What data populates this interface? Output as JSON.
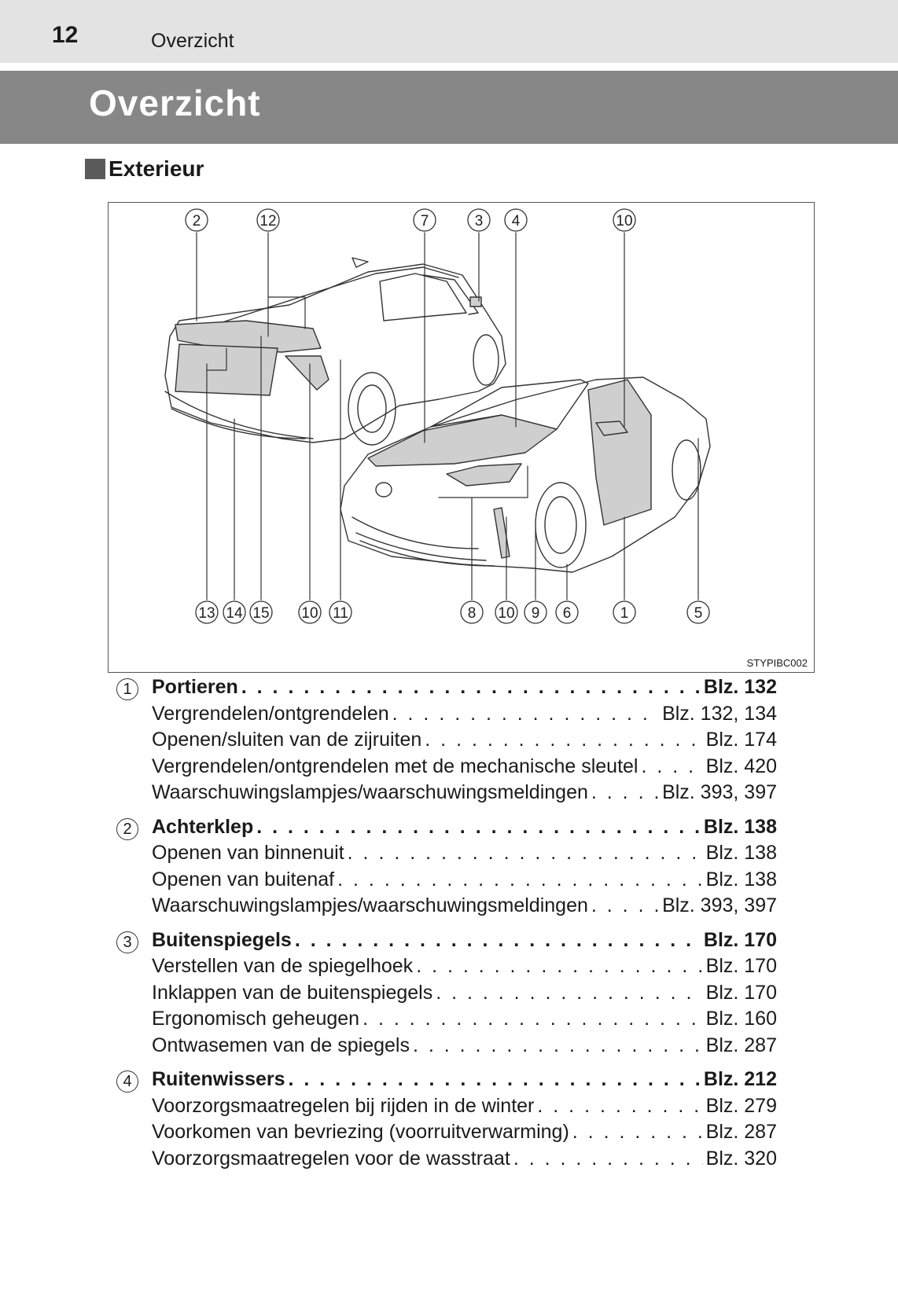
{
  "header": {
    "page_number": "12",
    "running_title": "Overzicht"
  },
  "title": "Overzicht",
  "section": "Exterieur",
  "figure": {
    "code": "STYPIBC002",
    "callouts_top": [
      "2",
      "12",
      "7",
      "3",
      "4",
      "10"
    ],
    "callouts_bottom": [
      "13",
      "14",
      "15",
      "10",
      "11",
      "8",
      "10",
      "9",
      "6",
      "1",
      "5"
    ]
  },
  "items": [
    {
      "number": "1",
      "title": "Portieren",
      "ref": "Blz. 132",
      "subs": [
        {
          "text": "Vergrendelen/ontgrendelen",
          "ref": "Blz. 132, 134"
        },
        {
          "text": "Openen/sluiten van de zijruiten",
          "ref": "Blz. 174"
        },
        {
          "text": "Vergrendelen/ontgrendelen met de mechanische sleutel",
          "ref": "Blz. 420"
        },
        {
          "text": "Waarschuwingslampjes/waarschuwingsmeldingen",
          "ref": "Blz. 393, 397"
        }
      ]
    },
    {
      "number": "2",
      "title": "Achterklep",
      "ref": "Blz. 138",
      "subs": [
        {
          "text": "Openen van binnenuit",
          "ref": "Blz. 138"
        },
        {
          "text": "Openen van buitenaf",
          "ref": "Blz. 138"
        },
        {
          "text": "Waarschuwingslampjes/waarschuwingsmeldingen",
          "ref": "Blz. 393, 397"
        }
      ]
    },
    {
      "number": "3",
      "title": "Buitenspiegels",
      "ref": "Blz. 170",
      "subs": [
        {
          "text": "Verstellen van de spiegelhoek",
          "ref": "Blz. 170"
        },
        {
          "text": "Inklappen van de buitenspiegels",
          "ref": "Blz. 170"
        },
        {
          "text": "Ergonomisch geheugen",
          "ref": "Blz. 160"
        },
        {
          "text": "Ontwasemen van de spiegels",
          "ref": "Blz. 287"
        }
      ]
    },
    {
      "number": "4",
      "title": "Ruitenwissers",
      "ref": "Blz. 212",
      "subs": [
        {
          "text": "Voorzorgsmaatregelen bij rijden in de winter",
          "ref": "Blz. 279"
        },
        {
          "text": "Voorkomen van bevriezing (voorruitverwarming)",
          "ref": "Blz. 287"
        },
        {
          "text": "Voorzorgsmaatregelen voor de wasstraat",
          "ref": "Blz. 320"
        }
      ]
    }
  ]
}
